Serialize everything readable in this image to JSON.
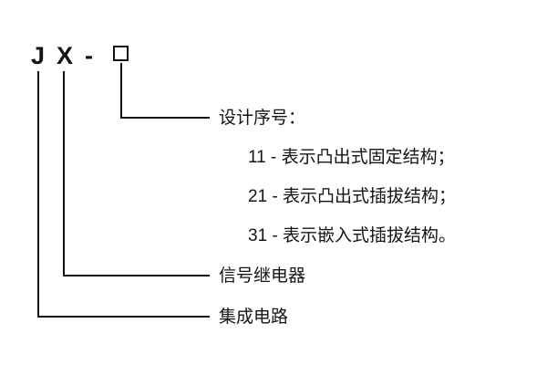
{
  "code": {
    "letter_j": "J",
    "letter_x": "X",
    "separator": "-"
  },
  "legend": {
    "design_serial": {
      "title": "设计序号：",
      "items": [
        "11 - 表示凸出式固定结构；",
        "21 - 表示凸出式插拔结构；",
        "31 - 表示嵌入式插拔结构。"
      ]
    },
    "signal_relay": "信号继电器",
    "integrated_circuit": "集成电路"
  },
  "colors": {
    "line": "#141414",
    "text": "#141414",
    "background": "#ffffff"
  }
}
